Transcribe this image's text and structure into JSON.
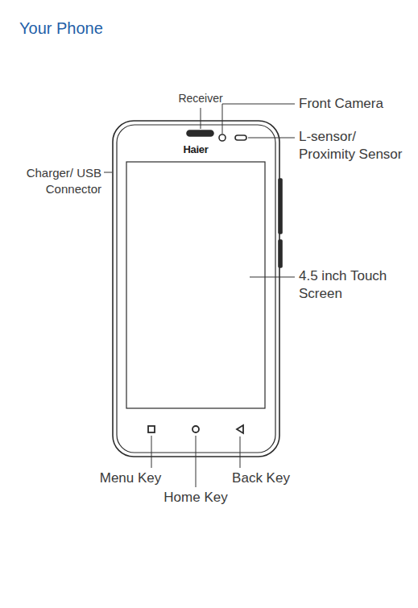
{
  "diagram": {
    "title": "Your Phone",
    "labels": [
      "Receiver",
      "Front Camera",
      "L-sensor/ Proximity Sensor",
      "Haier",
      "Charger/ USB Connector",
      "4.5 inch Touch Screen",
      "Menu Key",
      "Home Key",
      "Back Key"
    ]
  }
}
